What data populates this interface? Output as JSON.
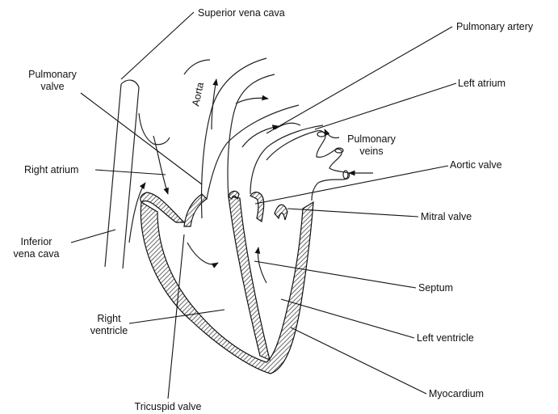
{
  "diagram": {
    "labels": {
      "superior_vena_cava": "Superior vena cava",
      "pulmonary_artery": "Pulmonary artery",
      "pulmonary_valve_1": "Pulmonary",
      "pulmonary_valve_2": "valve",
      "aorta": "Aorta",
      "left_atrium": "Left atrium",
      "pulmonary_veins_1": "Pulmonary",
      "pulmonary_veins_2": "veins",
      "right_atrium": "Right atrium",
      "aortic_valve": "Aortic valve",
      "mitral_valve": "Mitral valve",
      "inferior_vena_cava_1": "Inferior",
      "inferior_vena_cava_2": "vena cava",
      "septum": "Septum",
      "right_ventricle_1": "Right",
      "right_ventricle_2": "ventricle",
      "left_ventricle": "Left ventricle",
      "myocardium": "Myocardium",
      "tricuspid_valve": "Tricuspid valve"
    }
  }
}
